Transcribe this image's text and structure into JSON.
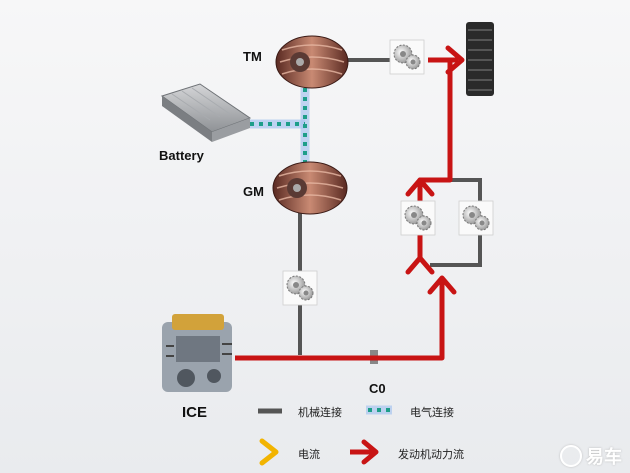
{
  "labels": {
    "tm": "TM",
    "gm": "GM",
    "battery": "Battery",
    "ice": "ICE",
    "c0": "C0"
  },
  "legend": {
    "mechanical": "机械连接",
    "electrical": "电气连接",
    "current": "电流",
    "engine_power_flow": "发动机动力流"
  },
  "watermark": "易车",
  "colors": {
    "power_flow": "#c81414",
    "mechanical": "#555555",
    "electrical": "#1e9e8a",
    "electrical_glow": "#a9c6f0",
    "current_arrow": "#f2b400"
  },
  "icons": [
    "tm-motor-icon",
    "gm-motor-icon",
    "battery-icon",
    "engine-icon",
    "gear-icon",
    "wheel-icon",
    "clutch-icon"
  ]
}
